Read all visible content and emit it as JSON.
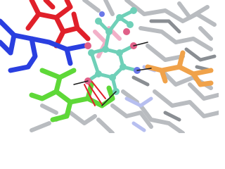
{
  "image": {
    "kind": "molecular-structure-render",
    "background": "#ffffff",
    "colors": {
      "gray_backbone": "#b9bcc0",
      "gray_dark": "#8a8e93",
      "red_residue": "#e0202a",
      "blue_residue": "#2a3fe0",
      "blue_light": "#b7bff0",
      "green_residue": "#5ed838",
      "orange_residue": "#f0a24a",
      "teal_ligand": "#6fd0b8",
      "oxygen_pink": "#e06088",
      "nitrogen_blue": "#6a78e8",
      "hbond_line": "#1a1a1a",
      "pink_ghost": "#f2b0c8"
    },
    "elements": [
      "gray-backbone-sticks",
      "red-residue-sticks",
      "blue-residue-sticks",
      "green-residue-sticks",
      "orange-residue-sticks",
      "teal-ligand-ball-and-stick",
      "hydrogen-bond-lines"
    ]
  }
}
